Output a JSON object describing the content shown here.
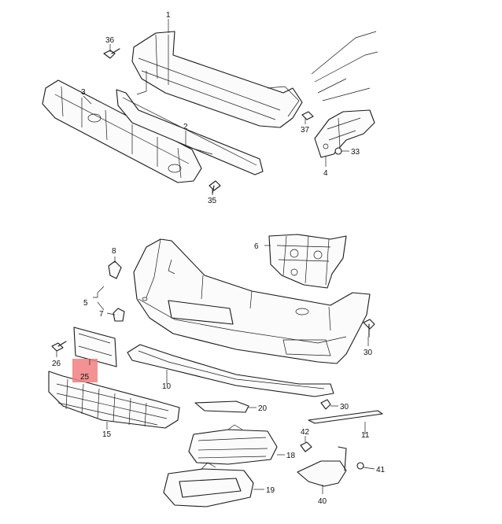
{
  "labels": {
    "p1": "1",
    "p2": "2",
    "p3": "3",
    "p4": "4",
    "p5": "5",
    "p6": "6",
    "p7": "7",
    "p8": "8",
    "p10": "10",
    "p11": "11",
    "p15": "15",
    "p18": "18",
    "p19": "19",
    "p20": "20",
    "p25": "25",
    "p26": "26",
    "p30a": "30",
    "p30b": "30",
    "p33": "33",
    "p35": "35",
    "p36": "36",
    "p37": "37",
    "p40": "40",
    "p41": "41",
    "p42": "42"
  },
  "highlight": {
    "part": "25",
    "color": "#f07f7f"
  }
}
